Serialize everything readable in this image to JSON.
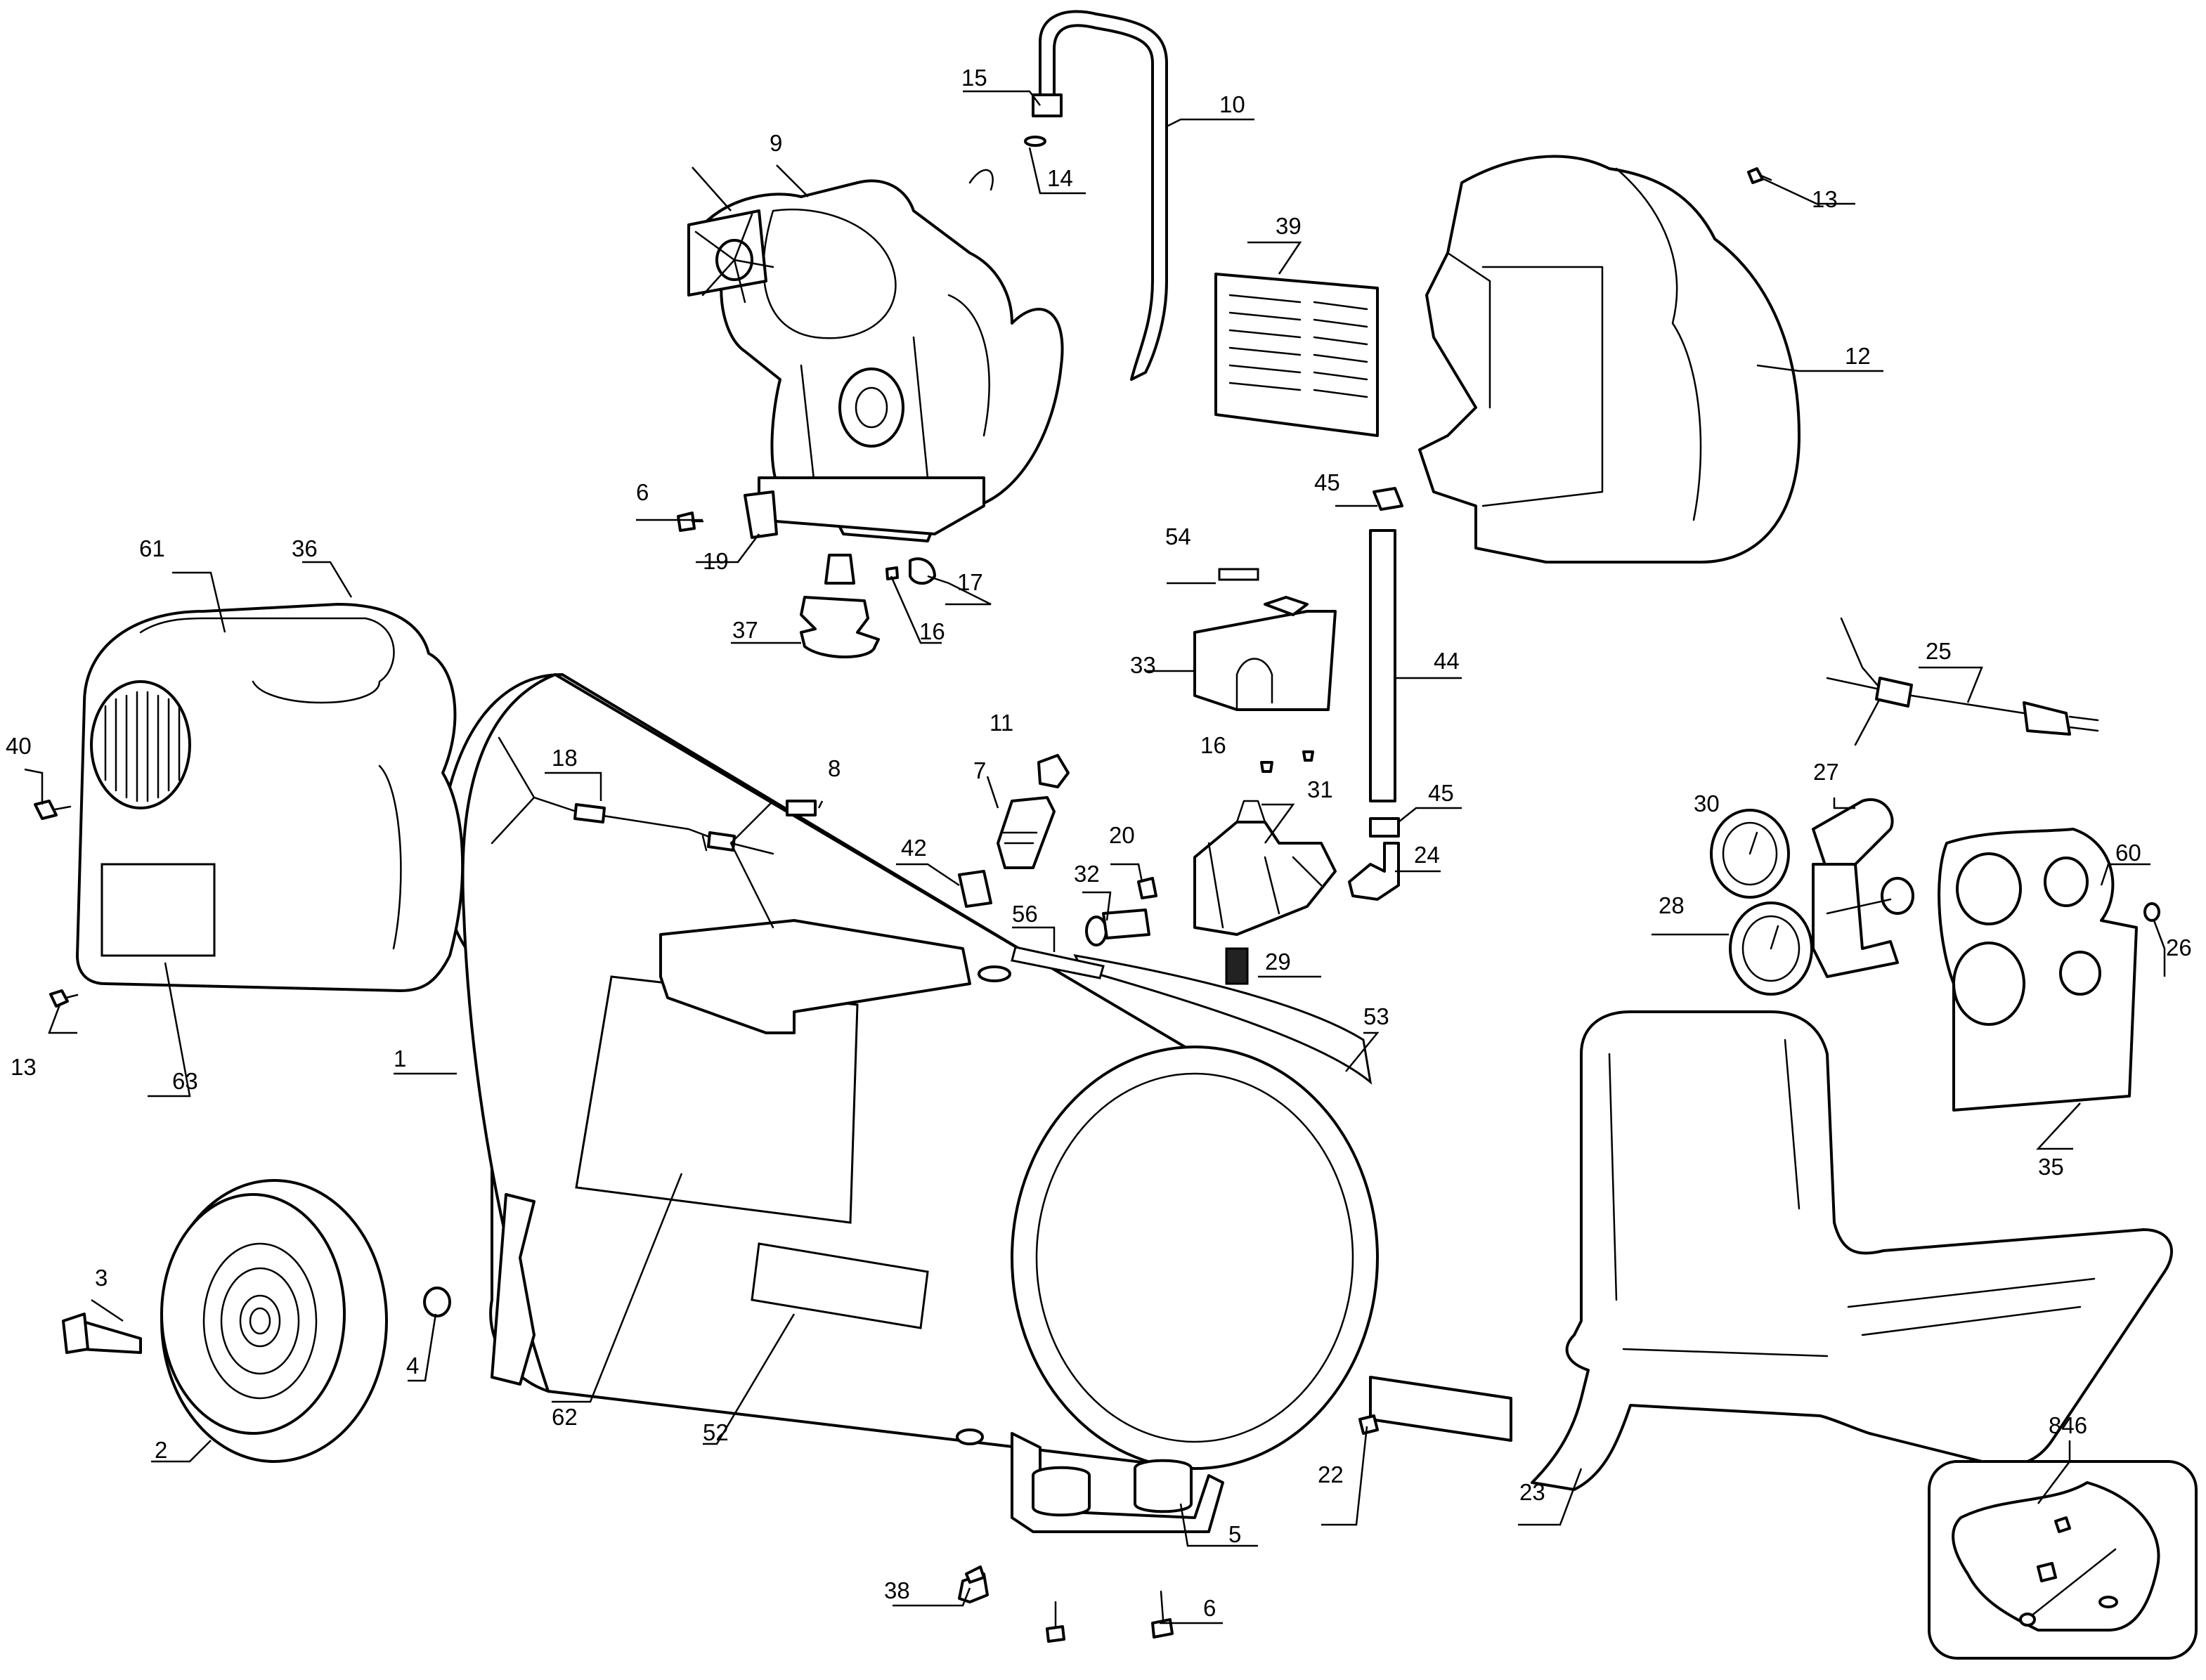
{
  "labels": {
    "l1": "1",
    "l2": "2",
    "l3": "3",
    "l4": "4",
    "l5": "5",
    "l6a": "6",
    "l6b": "6",
    "l7": "7",
    "l8": "8",
    "l9": "9",
    "l10": "10",
    "l11": "11",
    "l12": "12",
    "l13a": "13",
    "l13b": "13",
    "l14": "14",
    "l15": "15",
    "l16a": "16",
    "l16b": "16",
    "l17": "17",
    "l18": "18",
    "l19": "19",
    "l20": "20",
    "l22": "22",
    "l23": "23",
    "l24": "24",
    "l25": "25",
    "l26": "26",
    "l27": "27",
    "l28": "28",
    "l29": "29",
    "l30": "30",
    "l31": "31",
    "l32": "32",
    "l33": "33",
    "l35": "35",
    "l36": "36",
    "l37": "37",
    "l38": "38",
    "l39": "39",
    "l40": "40",
    "l42": "42",
    "l44": "44",
    "l45a": "45",
    "l45b": "45",
    "l52": "52",
    "l53": "53",
    "l54": "54",
    "l56": "56",
    "l60": "60",
    "l61": "61",
    "l62": "62",
    "l63": "63",
    "l846": "846"
  }
}
